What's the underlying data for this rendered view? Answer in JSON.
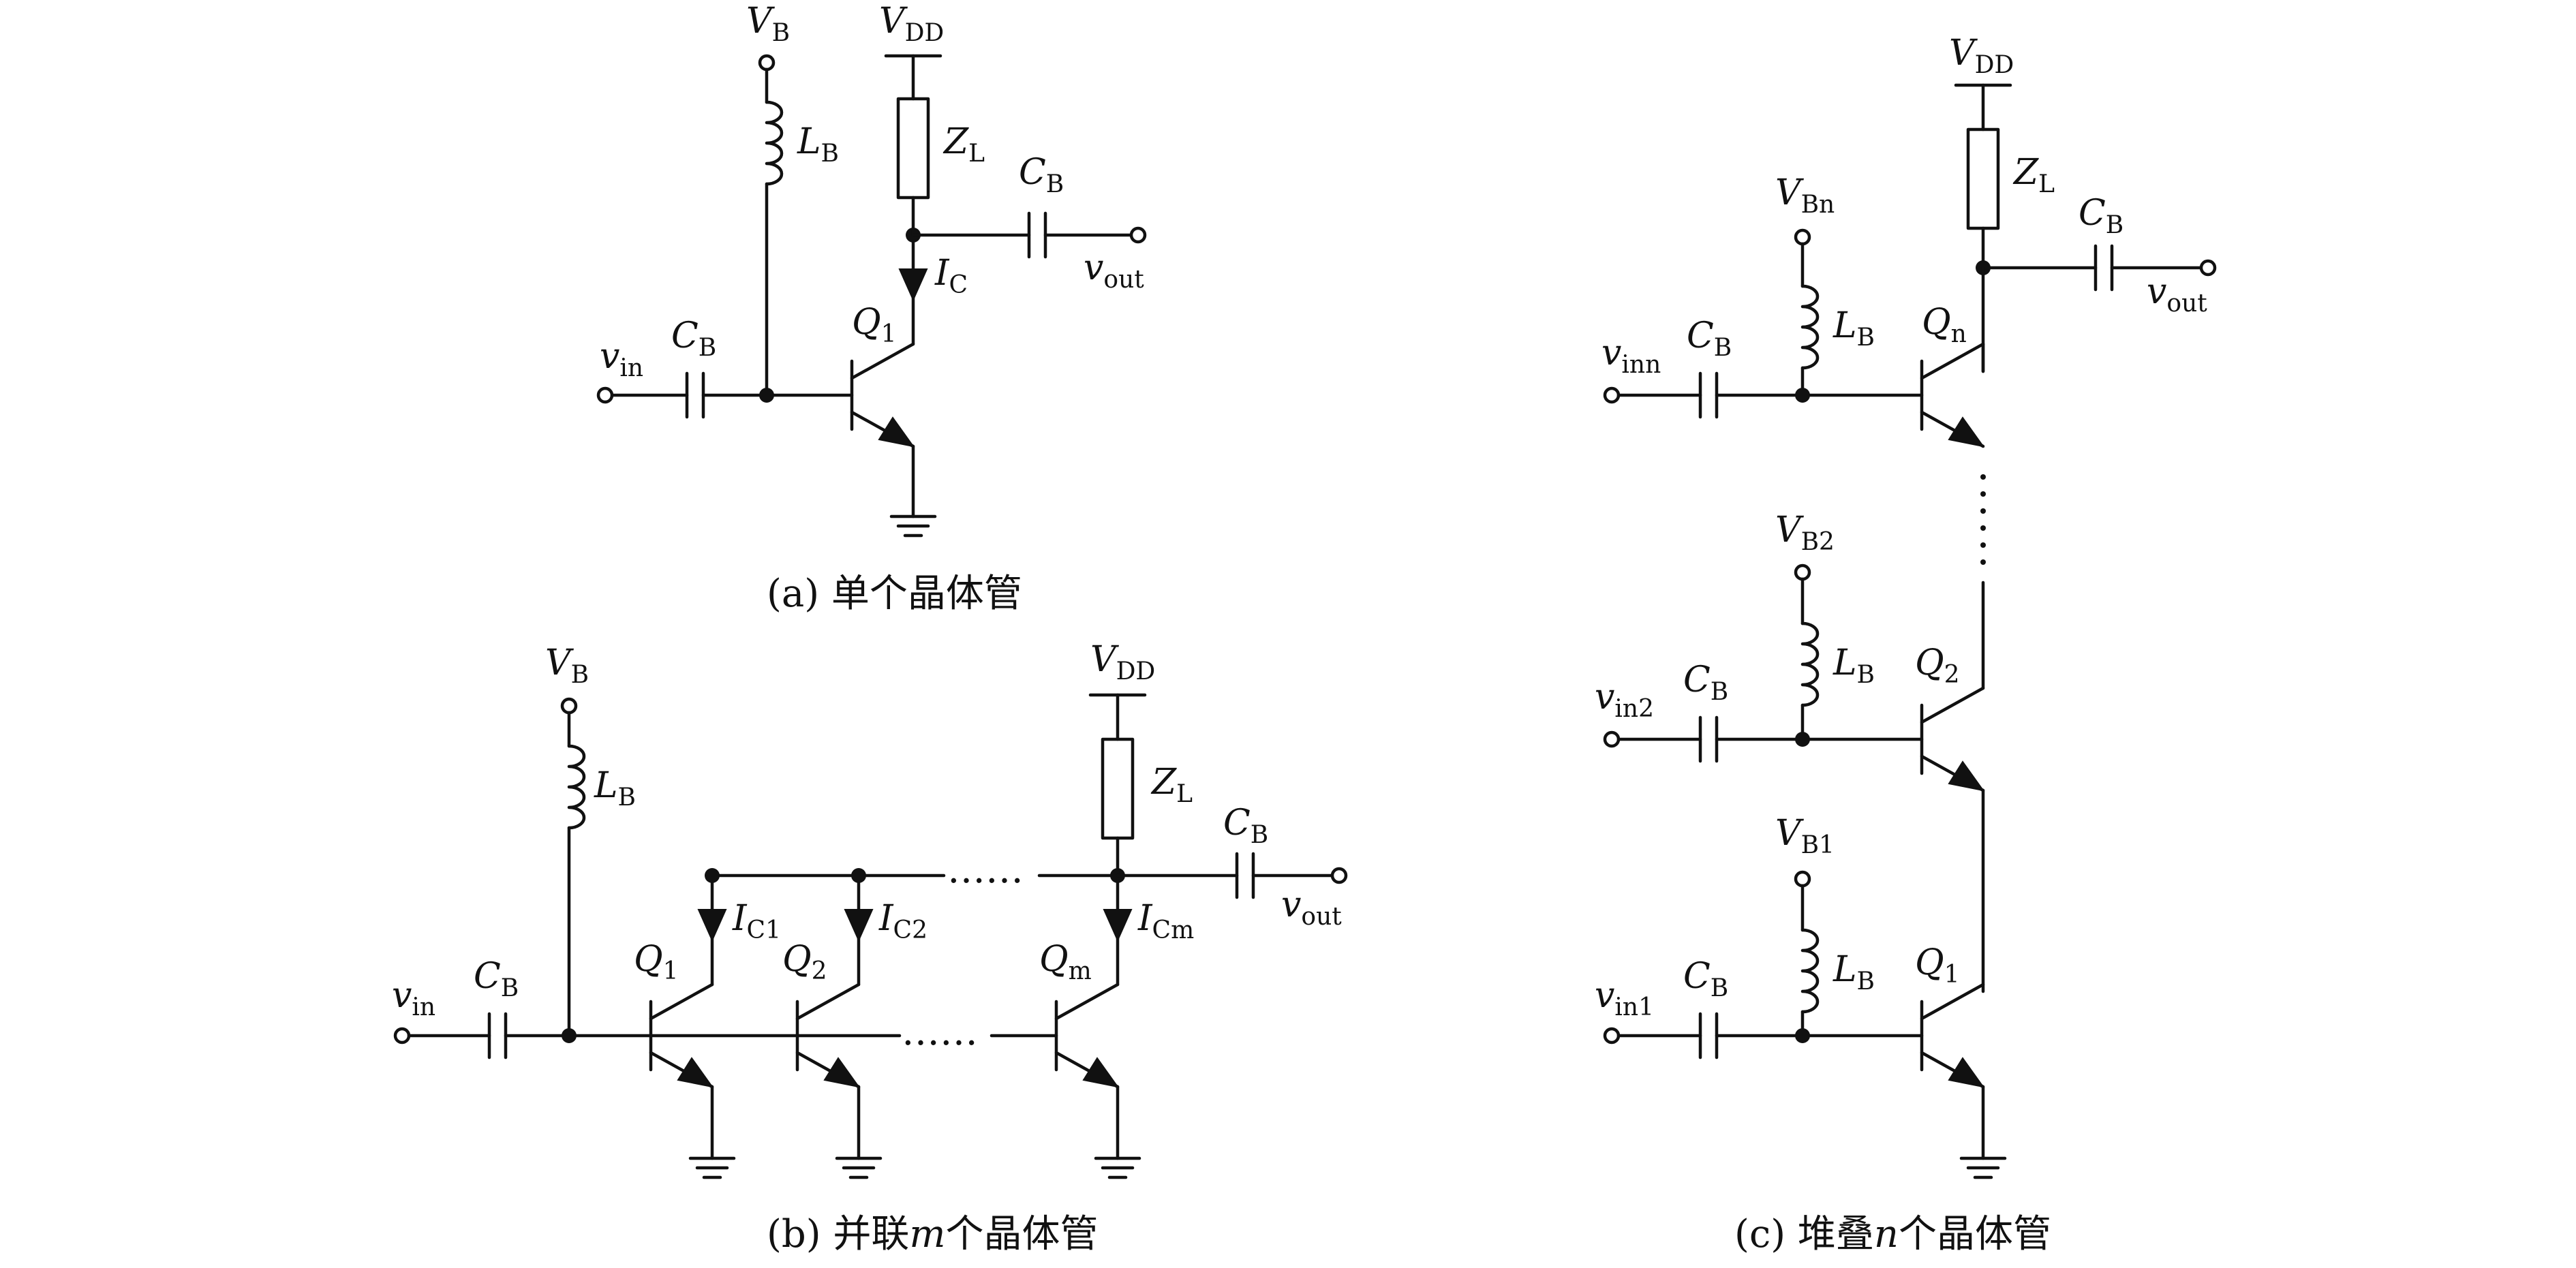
{
  "captions": {
    "a": "(a) 单个晶体管",
    "b_prefix": "(b) 并联",
    "b_var": "m",
    "b_suffix": "个晶体管",
    "c_prefix": "(c) 堆叠",
    "c_var": "n",
    "c_suffix": "个晶体管"
  },
  "labels": {
    "V": "V",
    "L": "L",
    "C": "C",
    "Z": "Z",
    "Q": "Q",
    "I": "I",
    "v": "v",
    "B": "B",
    "DD": "DD",
    "L_sub": "L",
    "C_sub": "C",
    "out": "out",
    "in": "in",
    "inn": "inn",
    "in2": "in2",
    "in1": "in1",
    "Bn": "Bn",
    "B2": "B2",
    "B1": "B1",
    "n": "n",
    "one": "1",
    "two": "2",
    "m": "m",
    "C1": "C1",
    "C2": "C2",
    "Cm": "Cm",
    "dots": "……"
  }
}
